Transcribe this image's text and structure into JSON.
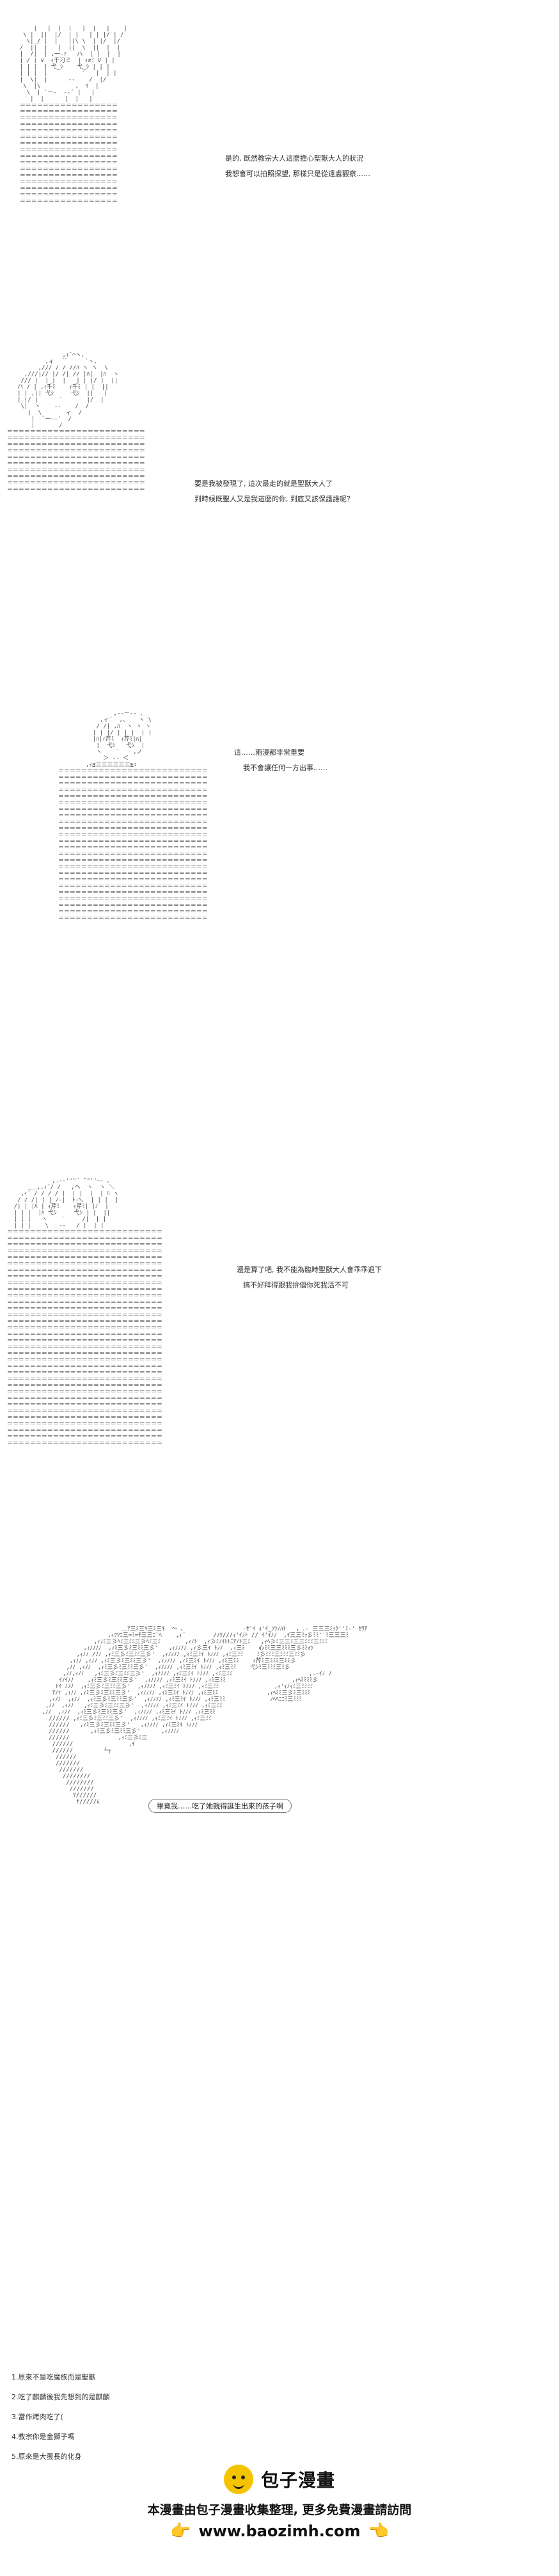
{
  "panel1": {
    "speech": [
      "是的, 既然教宗大人這麼擔心聖獸大人的狀況",
      "我想會可以拍照探望, 那樣只是從遠處觀察……"
    ]
  },
  "panel2": {
    "speech": [
      "要是我被發現了, 這次最走的就是聖獸大人了",
      "到時候既聖人又是我這麼的你, 到底又該保護誰呢？"
    ]
  },
  "panel3": {
    "speech": [
      "這……雨漫都非常重要",
      "我不會讓任何一方出事……"
    ]
  },
  "panel4": {
    "speech": [
      "還是算了吧, 我不能為臨時聖獸大人會乖乖退下",
      "搞不好拜得跟我拚個你死我活不可"
    ]
  },
  "panel5": {
    "bubble": "畢竟我……吃了她親得誕生出來的孩子啊"
  },
  "notes": [
    "1.原來不是吃魔族而是聖獸",
    "2.吃了麒麟後我先想到的是麒麟",
    "3.當作烤肉吃了(",
    "4.教宗你是金獅子嗎",
    "5.原來是大蛋長的化身"
  ],
  "footer": {
    "logo_text": "包子漫畫",
    "line": "本漫畫由包子漫畫收集整理, 更多免費漫畫請訪問",
    "url": "www.baozimh.com",
    "hand_left": "👉",
    "hand_right": "👈"
  }
}
